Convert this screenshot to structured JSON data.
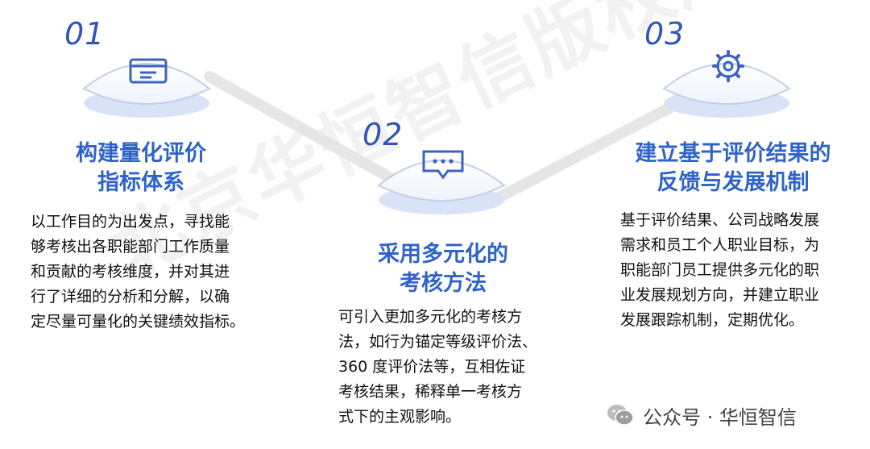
{
  "watermark": "北京华恒智信版权所有",
  "steps": [
    {
      "number": "01",
      "icon": "folder-icon",
      "title_lines": [
        "构建量化评价",
        "指标体系"
      ],
      "desc_lines": [
        "以工作目的为出发点，寻找能",
        "够考核出各职能部门工作质量",
        "和贡献的考核维度，并对其进",
        "行了详细的分析和分解，以确",
        "定尽量可量化的关键绩效指标。"
      ]
    },
    {
      "number": "02",
      "icon": "message-icon",
      "title_lines": [
        "采用多元化的",
        "考核方法"
      ],
      "desc_lines": [
        "可引入更加多元化的考核方",
        "法，如行为锚定等级评价法、",
        "360 度评价法等，互相佐证",
        "考核结果，稀释单一考核方",
        "式下的主观影响。"
      ]
    },
    {
      "number": "03",
      "icon": "gear-icon",
      "title_lines": [
        "建立基于评价结果的",
        "反馈与发展机制"
      ],
      "desc_lines": [
        "基于评价结果、公司战略发展",
        "需求和员工个人职业目标，为",
        "职能部门员工提供多元化的职",
        "业发展规划方向，并建立职业",
        "发展跟踪机制，定期优化。"
      ]
    }
  ],
  "footer": {
    "text": "公众号 · 华恒智信",
    "icon": "wechat-icon"
  },
  "colors": {
    "accent": "#2f63c9",
    "number": "#2f56b8"
  }
}
